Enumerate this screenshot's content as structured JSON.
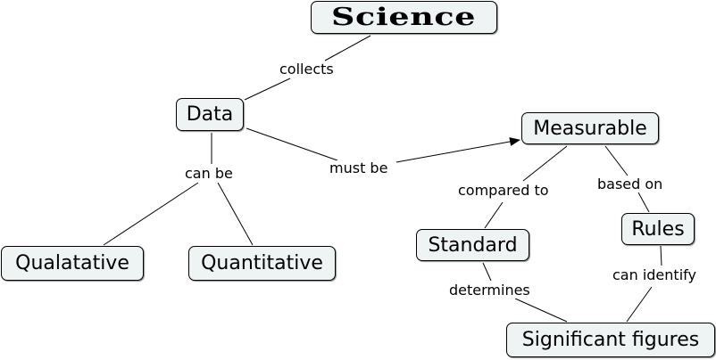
{
  "concept_map": {
    "nodes": {
      "science": "Science",
      "data": "Data",
      "measurable": "Measurable",
      "qualatative": "Qualatative",
      "quantitative": "Quantitative",
      "standard": "Standard",
      "rules": "Rules",
      "significant_figures": "Significant figures"
    },
    "links": {
      "collects": "collects",
      "can_be": "can be",
      "must_be": "must be",
      "compared_to": "compared to",
      "based_on": "based on",
      "determines": "determines",
      "can_identify": "can identify"
    },
    "colors": {
      "node_fill": "#eef3f4",
      "node_border": "#000000",
      "line": "#000000"
    }
  }
}
